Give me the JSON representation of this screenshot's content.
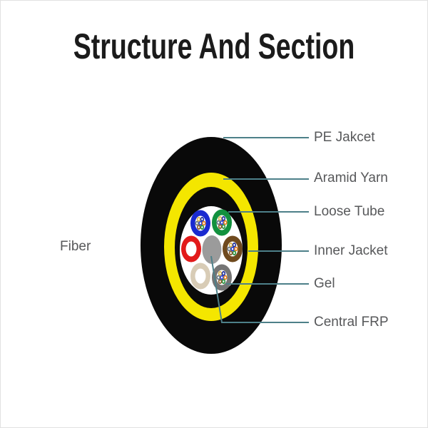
{
  "title": "Structure And Section",
  "fiber_label": "Fiber",
  "callouts": [
    {
      "label": "PE Jakcet"
    },
    {
      "label": "Aramid Yarn"
    },
    {
      "label": "Loose Tube"
    },
    {
      "label": "Inner Jacket"
    },
    {
      "label": "Gel"
    },
    {
      "label": "Central FRP"
    }
  ],
  "colors": {
    "title_text": "#1b1b1b",
    "label_text": "#57585a",
    "callout_line": "#4d8089",
    "pe_jacket_black": "#090909",
    "aramid_yellow": "#f4e600",
    "inner_jacket_black": "#0a0a0a",
    "interior_white": "#ffffff",
    "central_frp_gray": "#9b9b9b",
    "tube_blue": "#1a2ad0",
    "tube_green": "#12913e",
    "tube_red": "#e21a1a",
    "tube_brown": "#6f4a1e",
    "tube_beige": "#d8ccb6",
    "tube_gray": "#757575",
    "tube_hole_white": "#ffffff"
  },
  "fiber_colors": [
    "#2a3fd4",
    "#e8821e",
    "#27933f",
    "#8a5a28",
    "#6a7b88",
    "#d8b44e",
    "#20309f"
  ]
}
